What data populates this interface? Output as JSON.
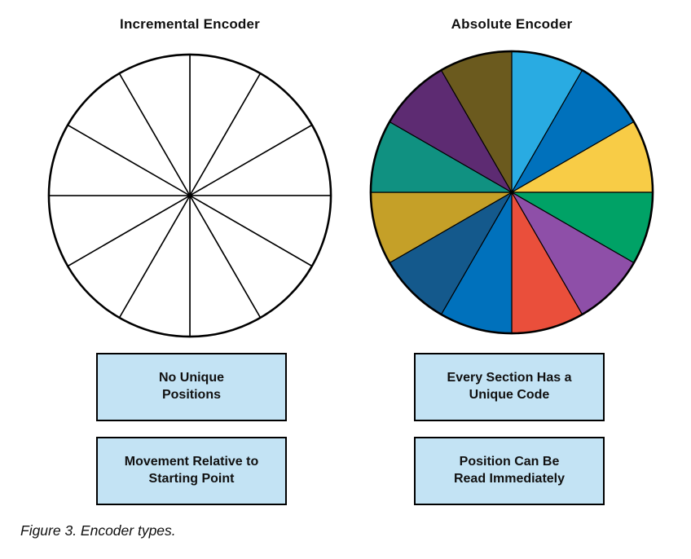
{
  "figure_caption": "Figure 3. Encoder types.",
  "left": {
    "title": "Incremental Encoder",
    "wheel": {
      "sector_count": 12,
      "fill": "#FFFFFF",
      "stroke": "#000000"
    },
    "boxes": [
      {
        "text": "No Unique\nPositions"
      },
      {
        "text": "Movement Relative to\nStarting Point"
      }
    ]
  },
  "right": {
    "title": "Absolute Encoder",
    "wheel": {
      "sector_count": 12,
      "stroke": "#000000",
      "colors": [
        "#29ABE2",
        "#0071BC",
        "#F8CC46",
        "#00A266",
        "#8E4FA8",
        "#EA4F3B",
        "#0071BC",
        "#14598C",
        "#C5A028",
        "#109181",
        "#5D2B72",
        "#6B5A1E"
      ]
    },
    "boxes": [
      {
        "text": "Every Section Has a\nUnique Code"
      },
      {
        "text": "Position Can Be\nRead Immediately"
      }
    ]
  },
  "style": {
    "box_fill": "#C3E3F4",
    "box_border": "#000000"
  }
}
